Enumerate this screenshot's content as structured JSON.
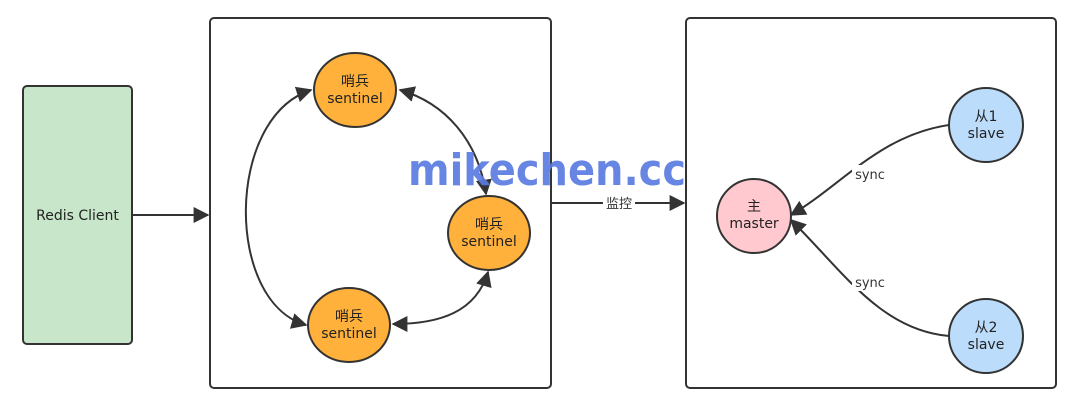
{
  "client": {
    "label": "Redis Client"
  },
  "sentinels": [
    {
      "line1": "哨兵",
      "line2": "sentinel"
    },
    {
      "line1": "哨兵",
      "line2": "sentinel"
    },
    {
      "line1": "哨兵",
      "line2": "sentinel"
    }
  ],
  "monitor_label": "监控",
  "master": {
    "line1": "主",
    "line2": "master"
  },
  "slaves": [
    {
      "line1": "从1",
      "line2": "slave"
    },
    {
      "line1": "从2",
      "line2": "slave"
    }
  ],
  "sync_labels": [
    "sync",
    "sync"
  ],
  "watermark": "mikechen.cc",
  "colors": {
    "client_fill": "#c8e6c9",
    "sentinel_fill": "#ffb13b",
    "master_fill": "#ffc9cf",
    "slave_fill": "#bcdcfb",
    "stroke": "#333333"
  }
}
